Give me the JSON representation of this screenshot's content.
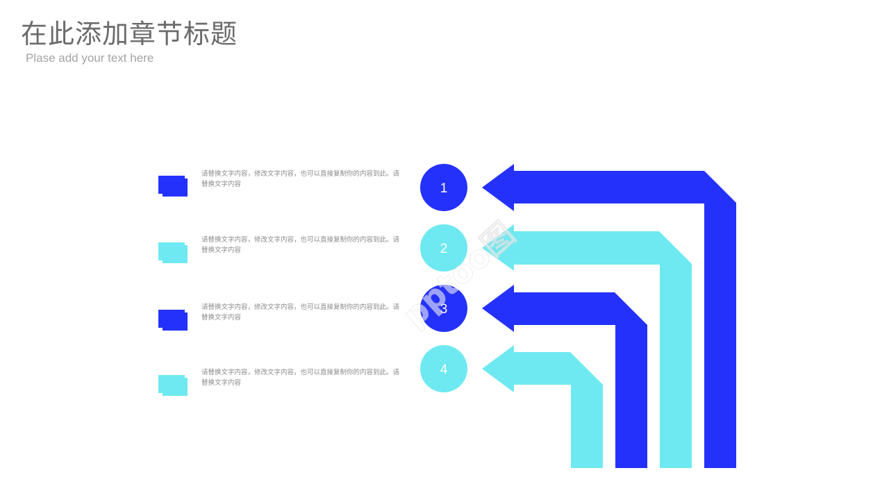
{
  "header": {
    "title": "在此添加章节标题",
    "subtitle": "Plase add your text here"
  },
  "colors": {
    "blue": "#2431fb",
    "cyan": "#6ee9f1"
  },
  "items": [
    {
      "number": "1",
      "text": "请替换文字内容，修改文字内容，也可以直接复制你的内容到此。请替换文字内容",
      "color": "blue"
    },
    {
      "number": "2",
      "text": "请替换文字内容，修改文字内容，也可以直接复制你的内容到此。请替换文字内容",
      "color": "cyan"
    },
    {
      "number": "3",
      "text": "请替换文字内容，修改文字内容，也可以直接复制你的内容到此。请替换文字内容",
      "color": "blue"
    },
    {
      "number": "4",
      "text": "请替换文字内容，修改文字内容，也可以直接复制你的内容到此。请替换文字内容",
      "color": "cyan"
    }
  ],
  "watermark": "pptoo图"
}
